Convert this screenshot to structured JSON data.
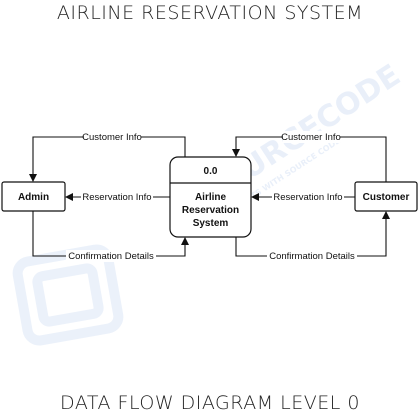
{
  "title": "AIRLINE RESERVATION SYSTEM",
  "subtitle": "DATA FLOW DIAGRAM LEVEL 0",
  "watermark": {
    "brand": "ITSOURCECODE",
    "tagline": "FREE PROJECTS WITH SOURCE CODE"
  },
  "entities": {
    "admin": "Admin",
    "customer": "Customer"
  },
  "process": {
    "id": "0.0",
    "name_line1": "Airline",
    "name_line2": "Reservation",
    "name_line3": "System"
  },
  "flows": {
    "admin_customer_info": "Customer Info",
    "admin_reservation_info": "Reservation Info",
    "admin_confirmation": "Confirmation Details",
    "customer_customer_info": "Customer Info",
    "customer_reservation_info": "Reservation Info",
    "customer_confirmation": "Confirmation Details"
  }
}
